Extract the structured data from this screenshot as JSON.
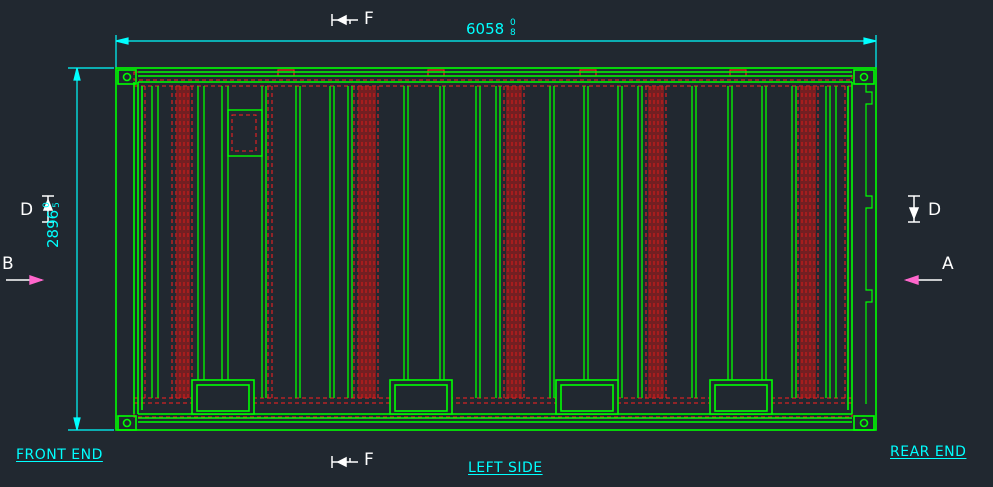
{
  "drawing": {
    "dimensions": {
      "length": {
        "base": "6058",
        "tol_upper": "0",
        "tol_lower": "8"
      },
      "height": {
        "base": "2896",
        "tol_upper": "0",
        "tol_lower": "5"
      }
    },
    "section_markers": {
      "top": "F",
      "bottom": "F",
      "left_d": "D",
      "right_d": "D",
      "left_b": "B",
      "right_a": "A"
    },
    "labels": {
      "front_end": "FRONT END",
      "left_side": "LEFT SIDE",
      "rear_end": "REAR END"
    },
    "colors": {
      "background": "#212830",
      "structure": "#00ff00",
      "hidden_lines": "#ff2020",
      "dimensions": "#00ffff",
      "markers": "#ffffff",
      "view_arrow": "#ff66cc"
    }
  }
}
